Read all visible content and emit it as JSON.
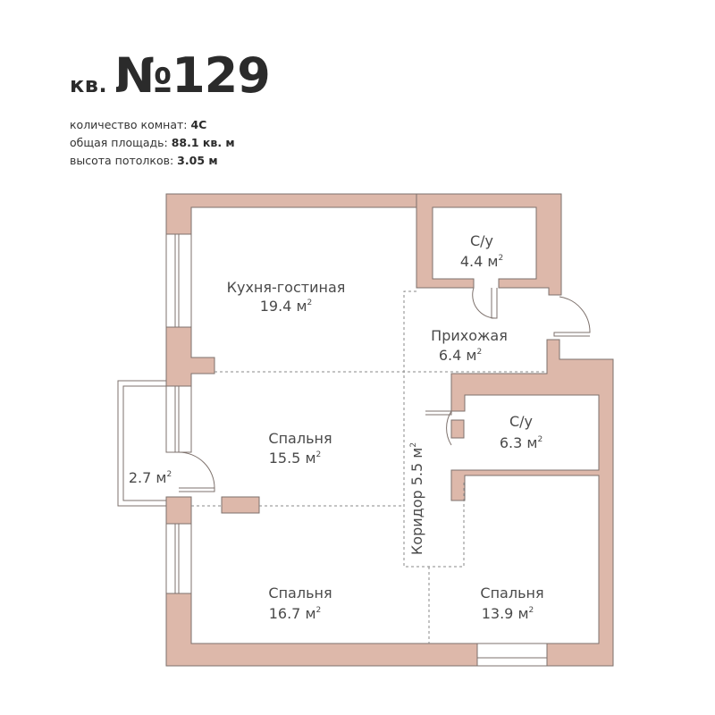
{
  "header": {
    "prefix": "кв.",
    "number": "№129"
  },
  "info": [
    {
      "label": "количество комнат: ",
      "value": "4С"
    },
    {
      "label": "общая площадь: ",
      "value": "88.1 кв. м"
    },
    {
      "label": "высота потолков: ",
      "value": "3.05 м"
    }
  ],
  "colors": {
    "wall": "#DDB8AA",
    "wall_outline": "#7d716c",
    "text": "#4a4a4a",
    "dashed": "#8a8a8a"
  },
  "rooms": {
    "kitchen": {
      "name": "Кухня-гостиная",
      "area": "19.4 м",
      "unit_sup": "2"
    },
    "bath1": {
      "name": "С/у",
      "area": "4.4 м",
      "unit_sup": "2"
    },
    "hall": {
      "name": "Прихожая",
      "area": "6.4 м",
      "unit_sup": "2"
    },
    "bath2": {
      "name": "С/у",
      "area": "6.3 м",
      "unit_sup": "2"
    },
    "bedroom1": {
      "name": "Спальня",
      "area": "15.5 м",
      "unit_sup": "2"
    },
    "corridor": {
      "name": "Коридор 5.5 м",
      "unit_sup": "2"
    },
    "balcony": {
      "area": "2.7 м",
      "unit_sup": "2"
    },
    "bedroom2": {
      "name": "Спальня",
      "area": "16.7 м",
      "unit_sup": "2"
    },
    "bedroom3": {
      "name": "Спальня",
      "area": "13.9 м",
      "unit_sup": "2"
    }
  }
}
